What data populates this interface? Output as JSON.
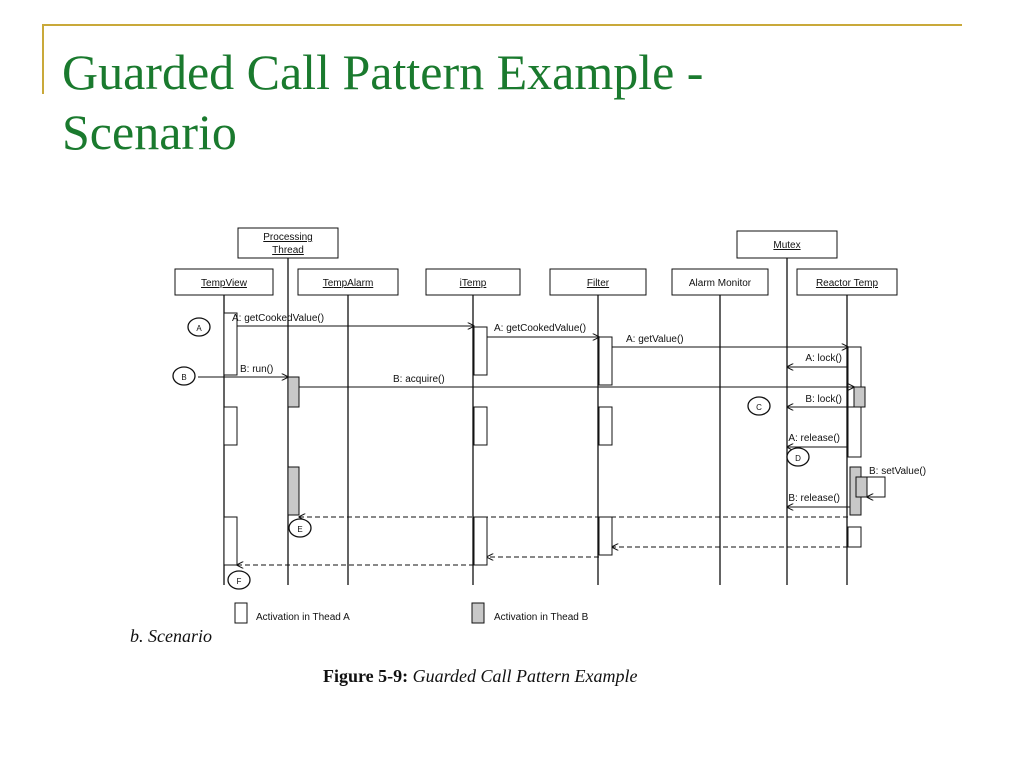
{
  "slide": {
    "title_line1": "Guarded Call Pattern Example -",
    "title_line2": "Scenario"
  },
  "colors": {
    "title": "#1a7a2e",
    "frame_accent": "#c9a93a",
    "thread_b_fill": "#c8c8c8"
  },
  "diagram": {
    "objects": {
      "processing_thread_line1": "Processing",
      "processing_thread_line2": "Thread",
      "mutex": "Mutex",
      "temp_view": "TempView",
      "temp_alarm": "TempAlarm",
      "itemp": "iTemp",
      "filter": "Filter",
      "alarm_monitor": "Alarm Monitor",
      "reactor_temp": "Reactor Temp"
    },
    "messages": {
      "a_get_cooked_1": "A: getCookedValue()",
      "a_get_cooked_2": "A: getCookedValue()",
      "a_get_value": "A: getValue()",
      "a_lock": "A: lock()",
      "b_run": "B: run()",
      "b_acquire": "B: acquire()",
      "b_lock": "B: lock()",
      "a_release": "A: release()",
      "b_set_value": "B: setValue()",
      "b_release": "B: release()"
    },
    "markers": {
      "a": "A",
      "b": "B",
      "c": "C",
      "d": "D",
      "e": "E",
      "f": "F"
    },
    "legend": {
      "thread_a": "Activation in Thead A",
      "thread_b": "Activation in Thead B"
    }
  },
  "captions": {
    "scenario": "b. Scenario",
    "figure_number": "Figure 5-9:",
    "figure_name": "Guarded Call Pattern Example"
  }
}
